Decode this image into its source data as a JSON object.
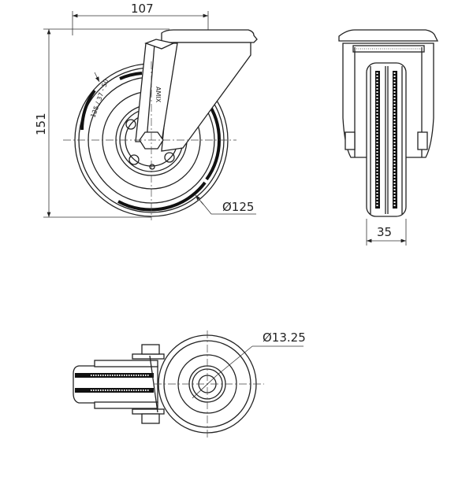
{
  "drawing": {
    "dimensions": {
      "width_top": "107",
      "height": "151",
      "wheel_diameter": "Ø125",
      "wheel_width": "35",
      "bore_diameter": "Ø13.25"
    },
    "wheel_marking": "125 / 37 - 50",
    "logo": "AMIX",
    "line_color": "#222222",
    "background": "#ffffff"
  }
}
